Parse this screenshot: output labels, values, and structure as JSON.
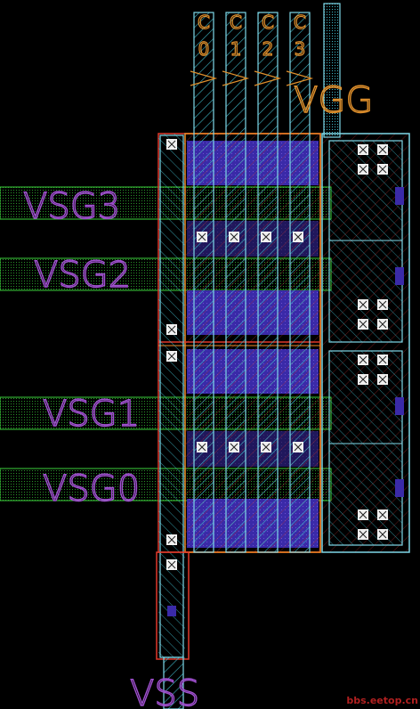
{
  "colors": {
    "background": "#000000",
    "metal_outline": "#7fd8e8",
    "metal_hatch": "#3fb8c8",
    "poly": "#e0392b",
    "gate_orange": "#f08a24",
    "green": "#3cd23c",
    "purple": "#4030b0",
    "violet_label": "#a050d0",
    "orange_label": "#e0902c",
    "contact": "#f0f0f0",
    "watermark": "#b02020"
  },
  "labels": {
    "vgg": "VGG",
    "vsg3": "VSG3",
    "vsg2": "VSG2",
    "vsg1": "VSG1",
    "vsg0": "VSG0",
    "vss": "VSS",
    "top_pins": [
      "C",
      "C",
      "C",
      "C"
    ],
    "top_pin_numbers": [
      "0",
      "1",
      "2",
      "3"
    ]
  },
  "watermark": "bbs.eetop.cn"
}
